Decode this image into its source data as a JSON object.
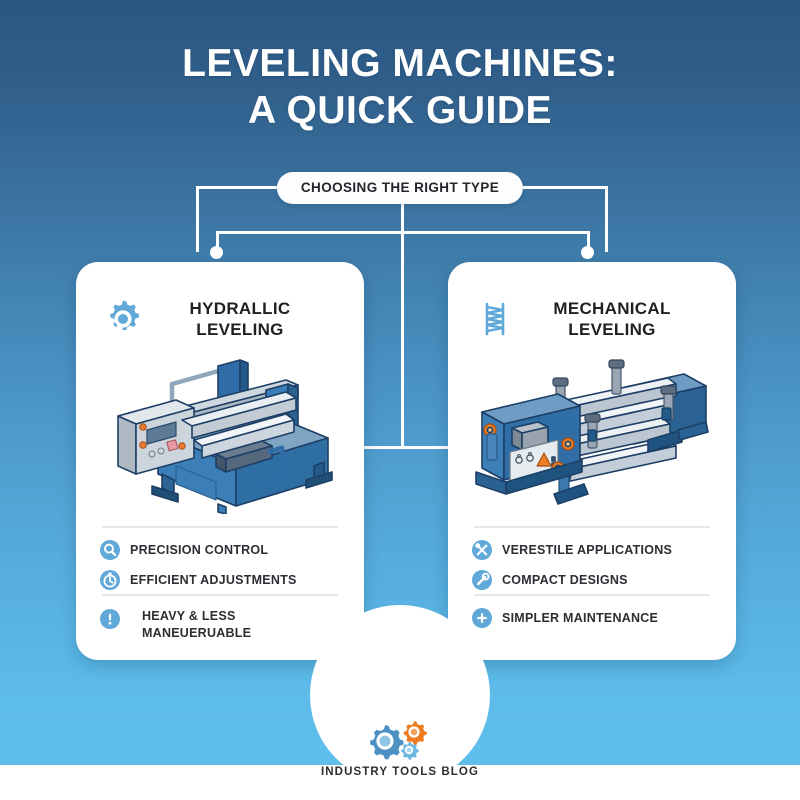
{
  "meta": {
    "bg_top": "#2a5581",
    "bg_bottom": "#5fc0ee",
    "accent_blue": "#5fa8d8",
    "accent_orange": "#e8811f",
    "card_bg": "#ffffff",
    "text_dark": "#2b2e33"
  },
  "title": {
    "line1": "LEVELING MACHINES:",
    "line2": "A QUICK GUIDE"
  },
  "badge": {
    "label": "CHOOSING THE RIGHT TYPE"
  },
  "cards": [
    {
      "id": "hydraulic",
      "icon": "gear-icon",
      "title_line1": "HYDRALLIC",
      "title_line2": "LEVELING",
      "illustration": "hydraulic-leveling-machine",
      "pros": [
        {
          "icon": "magnifier-icon",
          "label": "PRECISION CONTROL"
        },
        {
          "icon": "stopwatch-icon",
          "label": "EFFICIENT ADJUSTMENTS"
        }
      ],
      "cons": [
        {
          "icon": "exclamation-icon",
          "label_line1": "HEAVY & LESS",
          "label_line2": "MANEUERUABLE"
        }
      ]
    },
    {
      "id": "mechanical",
      "icon": "spring-coil-icon",
      "title_line1": "MECHANICAL",
      "title_line2": "LEVELING",
      "illustration": "mechanical-leveling-machine",
      "pros": [
        {
          "icon": "crossed-tools-icon",
          "label": "VERESTILE APPLICATIONS"
        },
        {
          "icon": "wrench-icon",
          "label": "COMPACT DESIGNS"
        }
      ],
      "cons": [
        {
          "icon": "plus-icon",
          "label_line1": "SIMPLER MAINTENANCE",
          "label_line2": ""
        }
      ]
    }
  ],
  "footer": {
    "logo": "three-gears-icon",
    "name": "INDUSTRY TOOLS BLOG"
  }
}
